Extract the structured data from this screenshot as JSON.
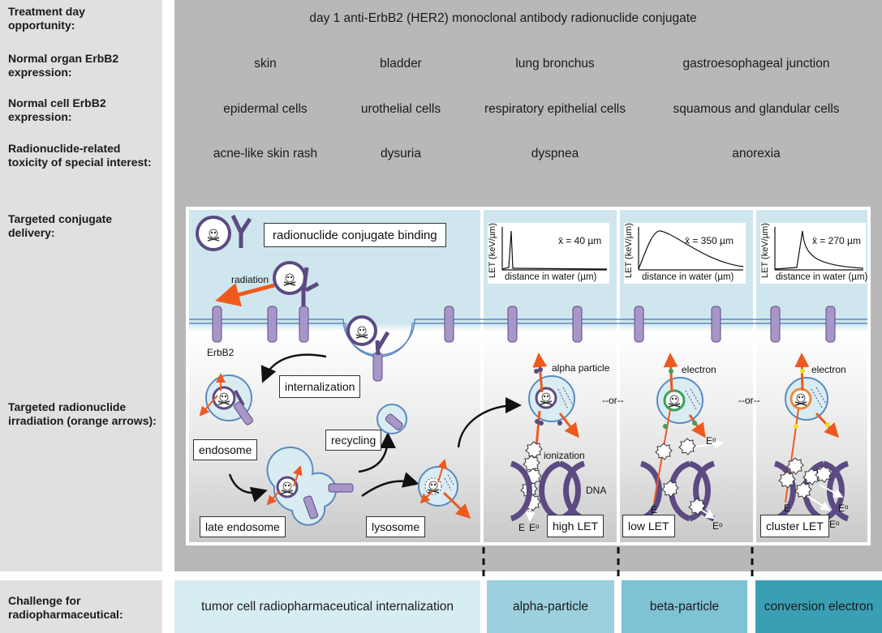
{
  "labels": {
    "treatment_day": "Treatment day\nopportunity:",
    "organ": "Normal organ ErbB2\nexpression:",
    "cell": "Normal cell ErbB2\nexpression:",
    "toxicity": "Radionuclide-related\ntoxicity of special interest:",
    "delivery": "Targeted conjugate\ndelivery:",
    "irradiation": "Targeted radionuclide\nirradiation (orange arrows):",
    "challenge": "Challenge for\nradiopharmaceutical:"
  },
  "header": "day 1 anti-ErbB2 (HER2) monoclonal antibody radionuclide conjugate",
  "organs": [
    "skin",
    "bladder",
    "lung bronchus",
    "gastroesophageal junction"
  ],
  "cells": [
    "epidermal cells",
    "urothelial cells",
    "respiratory epithelial cells",
    "squamous and glandular cells"
  ],
  "toxicities": [
    "acne-like skin rash",
    "dysuria",
    "dyspnea",
    "anorexia"
  ],
  "diagram": {
    "binding": "radionuclide conjugate binding",
    "radiation": "radiation",
    "receptor": "ErbB2",
    "internalization": "internalization",
    "endosome": "endosome",
    "recycling": "recycling",
    "late_endosome": "late endosome",
    "lysosome": "lysosome"
  },
  "charts": {
    "ylabel": "LET (keV/µm)",
    "xlabel": "distance in water (µm)",
    "means": [
      "x̄ = 40 µm",
      "x̄ = 350 µm",
      "x̄ = 270 µm"
    ]
  },
  "particles": {
    "alpha": "alpha particle",
    "electron1": "electron",
    "electron2": "electron",
    "ionization": "ionization",
    "dna": "DNA",
    "or1": "--or--",
    "or2": "--or--",
    "e_alpha": "E",
    "eo_alpha": "Eᵒ",
    "e_beta": "E",
    "eo_beta1": "Eᵒ",
    "eo_beta2": "Eᵒ",
    "e_cluster": "E",
    "eo_cluster1": "Eᵒ",
    "eo_cluster2": "Eᵒ"
  },
  "let_labels": [
    "high LET",
    "low LET",
    "cluster LET"
  ],
  "challenges": [
    "tumor cell radiopharmaceutical internalization",
    "alpha-particle",
    "beta-particle",
    "conversion electron"
  ],
  "colors": {
    "grey_bg": "#b8b8b8",
    "label_bg": "#e0e0e0",
    "purple": "#5c4a82",
    "orange": "#ee5a1e",
    "light_blue": "#cfe6ee",
    "challenge1": "#d6edf2",
    "challenge2": "#9cd0dd",
    "challenge3": "#7fc2d4",
    "challenge4": "#3a9fb5"
  }
}
